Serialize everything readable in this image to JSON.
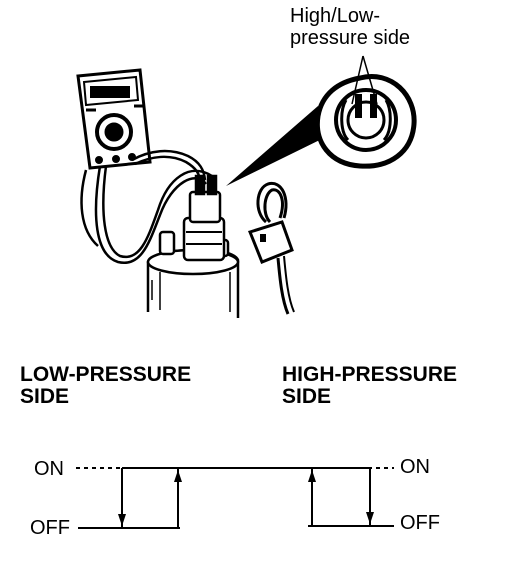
{
  "callout": {
    "line1": "High/Low-",
    "line2": "pressure side"
  },
  "headings": {
    "low": {
      "line1": "LOW-PRESSURE",
      "line2": "SIDE"
    },
    "high": {
      "line1": "HIGH-PRESSURE",
      "line2": "SIDE"
    }
  },
  "states": {
    "on": "ON",
    "off": "OFF"
  },
  "icons": [
    "multimeter-icon",
    "pressure-switch-icon",
    "connector-icon"
  ]
}
